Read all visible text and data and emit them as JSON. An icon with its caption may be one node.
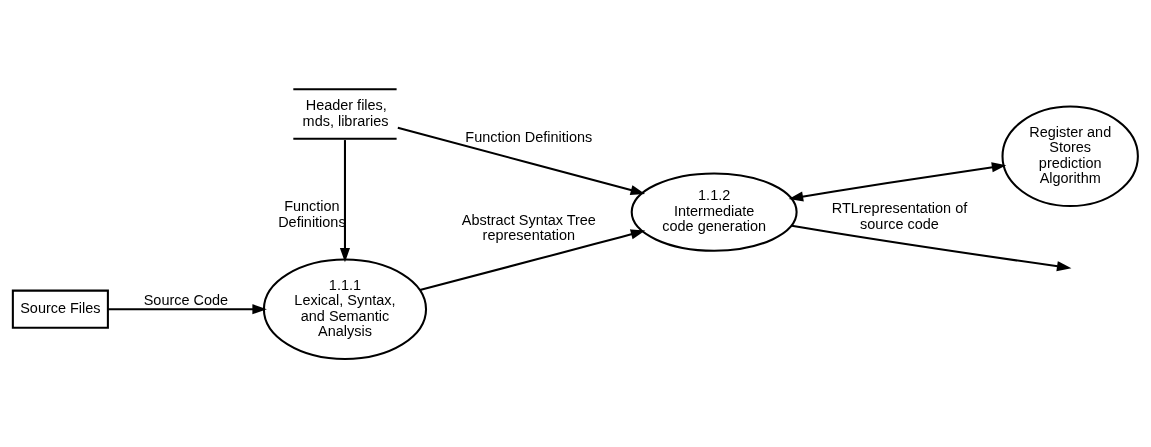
{
  "diagram": {
    "nodes": [
      {
        "text": [
          "Source Files"
        ]
      },
      {
        "text": [
          "1.1.1",
          "Lexical, Syntax, and Semantic Analysis"
        ]
      },
      {
        "text": [
          "1.1.2",
          "Intermediate code generation"
        ]
      },
      {
        "text": [
          "Register and Stores prediction Algorithm"
        ]
      },
      {
        "text": [
          "Header files, mds, libraries"
        ]
      }
    ],
    "edges": [
      {
        "from": 0,
        "to": 1,
        "arrow": "to",
        "label": "Source Code"
      },
      {
        "from": 1,
        "to": 2,
        "arrow": "to",
        "label": "Abstract Syntax Tree representation"
      },
      {
        "from": 2,
        "to": null,
        "arrow": "to",
        "label": "RTLrepresentation of source code"
      },
      {
        "from": 4,
        "to": 1,
        "arrow": "to",
        "label": "Function Definitions"
      },
      {
        "from": 4,
        "to": 2,
        "arrow": "to",
        "label": "Function Definitions"
      },
      {
        "from": 2,
        "to": 3,
        "arrow": "both"
      }
    ]
  }
}
